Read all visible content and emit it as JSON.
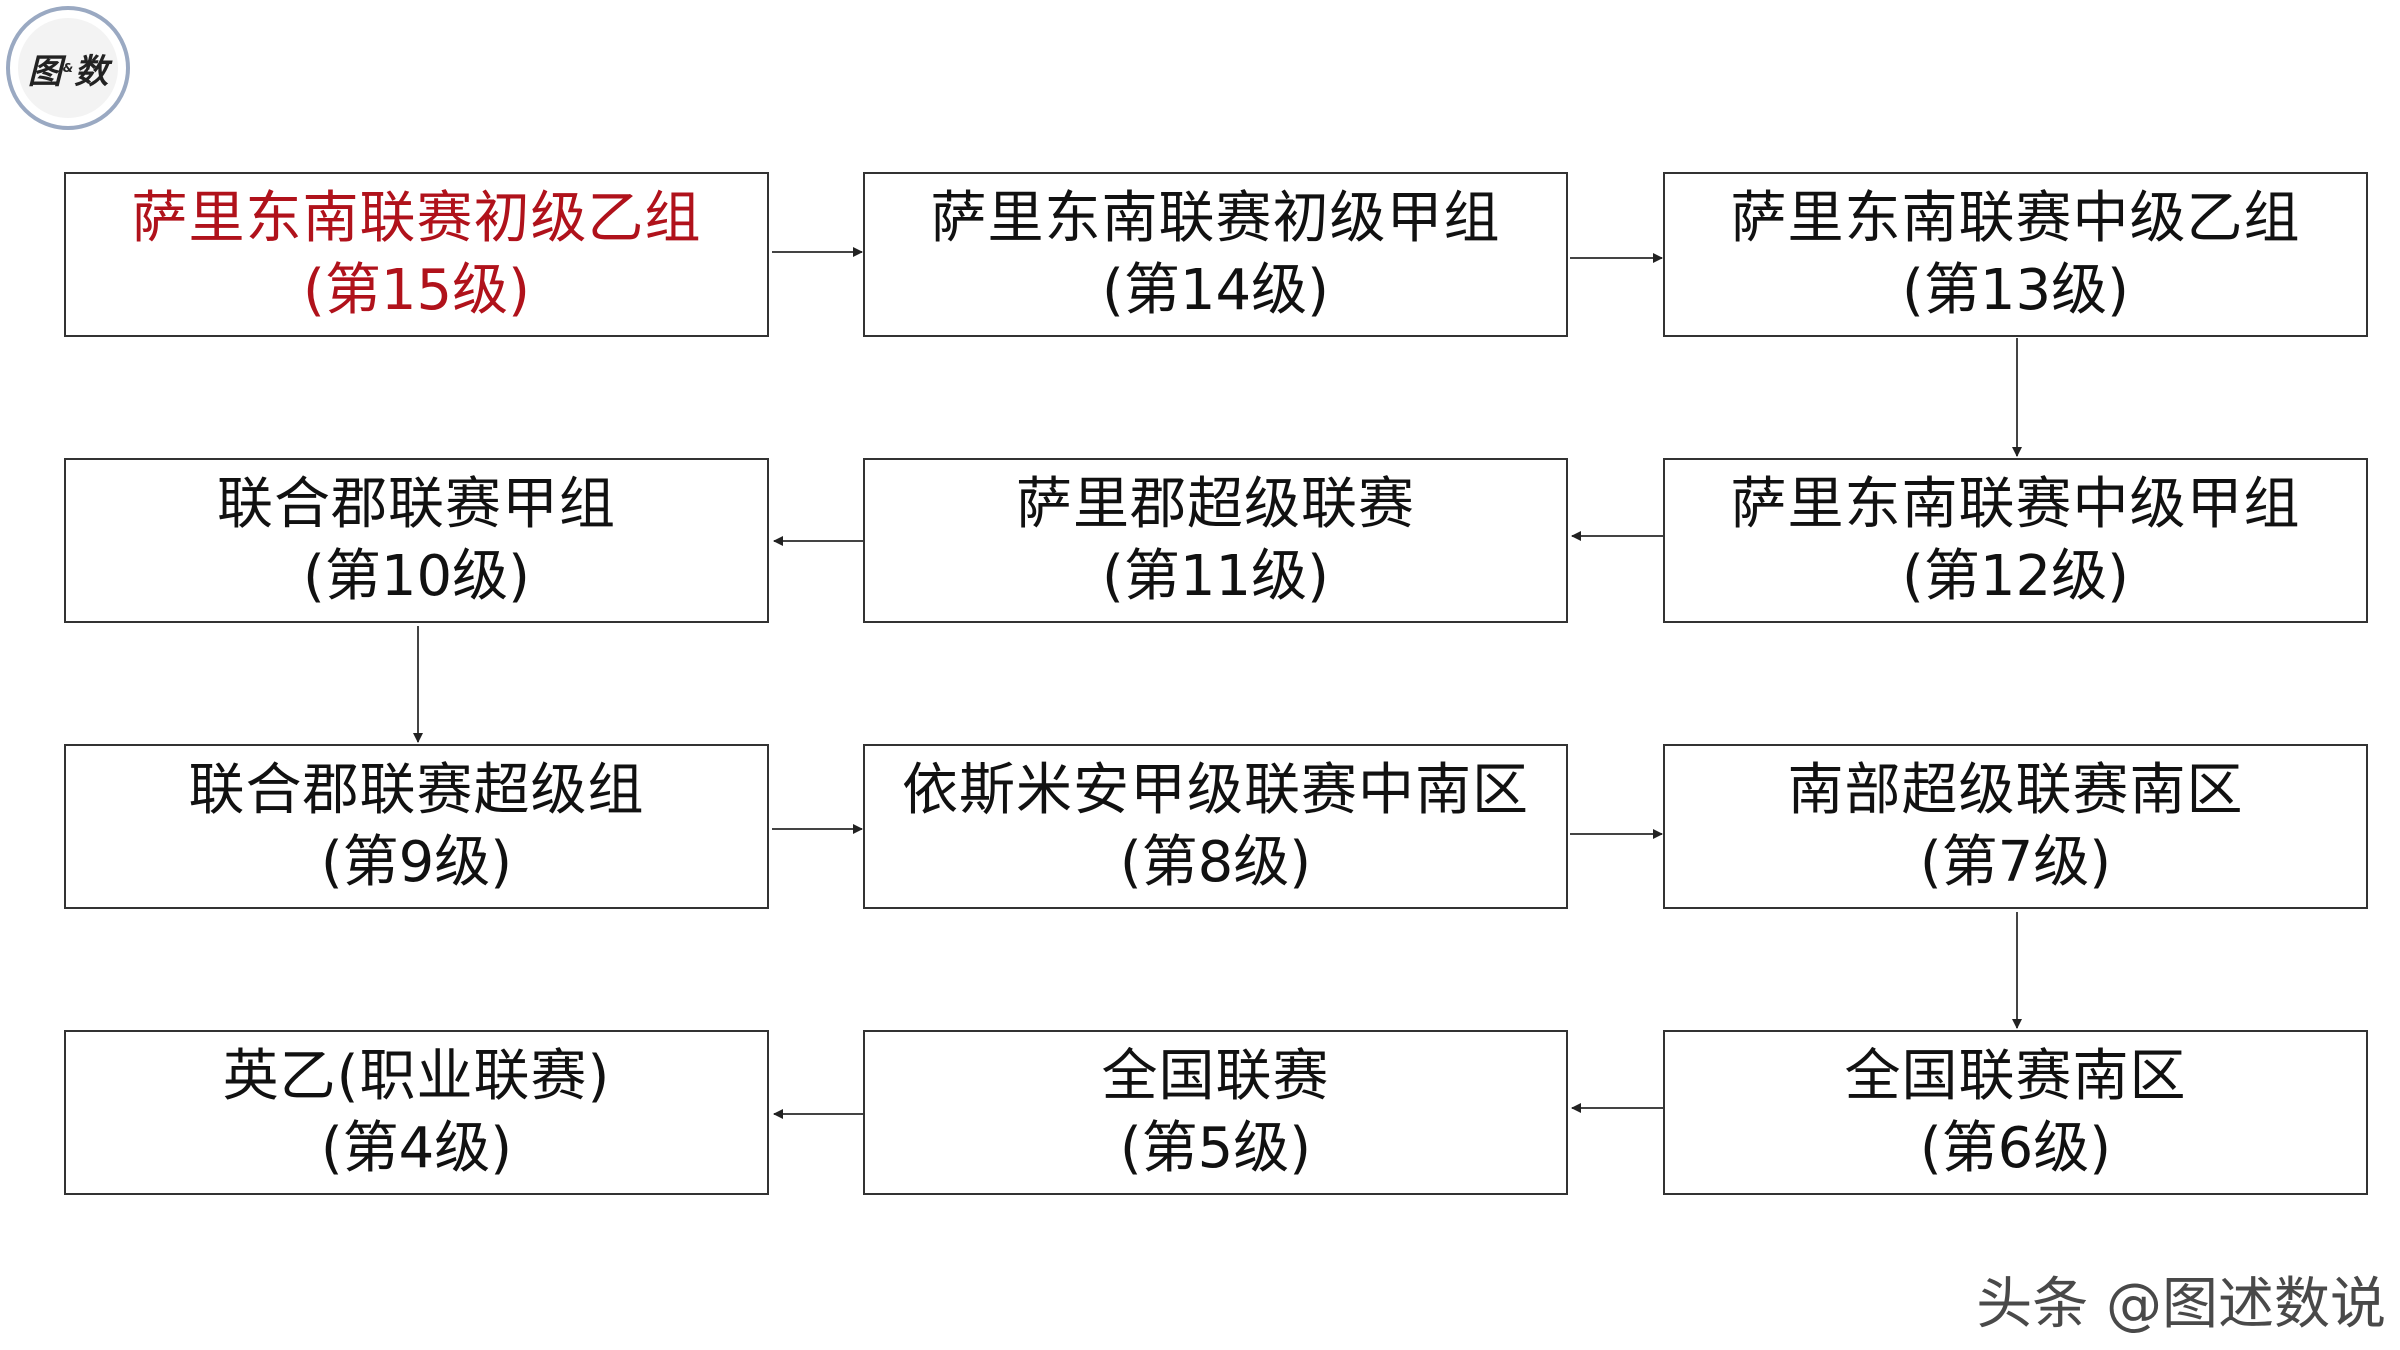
{
  "logo": {
    "text_main": "图",
    "text_amp": "&",
    "text_end": "数"
  },
  "boxes": [
    {
      "name": "萨里东南联赛初级乙组",
      "tier": "(第15级)"
    },
    {
      "name": "萨里东南联赛初级甲组",
      "tier": "(第14级)"
    },
    {
      "name": "萨里东南联赛中级乙组",
      "tier": "(第13级)"
    },
    {
      "name": "萨里东南联赛中级甲组",
      "tier": "(第12级)"
    },
    {
      "name": "萨里郡超级联赛",
      "tier": "(第11级)"
    },
    {
      "name": "联合郡联赛甲组",
      "tier": "(第10级)"
    },
    {
      "name": "联合郡联赛超级组",
      "tier": "(第9级)"
    },
    {
      "name": "依斯米安甲级联赛中南区",
      "tier": "(第8级)"
    },
    {
      "name": "南部超级联赛南区",
      "tier": "(第7级)"
    },
    {
      "name": "全国联赛南区",
      "tier": "(第6级)"
    },
    {
      "name": "全国联赛",
      "tier": "(第5级)"
    },
    {
      "name": "英乙(职业联赛)",
      "tier": "(第4级)"
    }
  ],
  "highlight_color": "#b0121b",
  "watermark": "头条 @图述数说"
}
